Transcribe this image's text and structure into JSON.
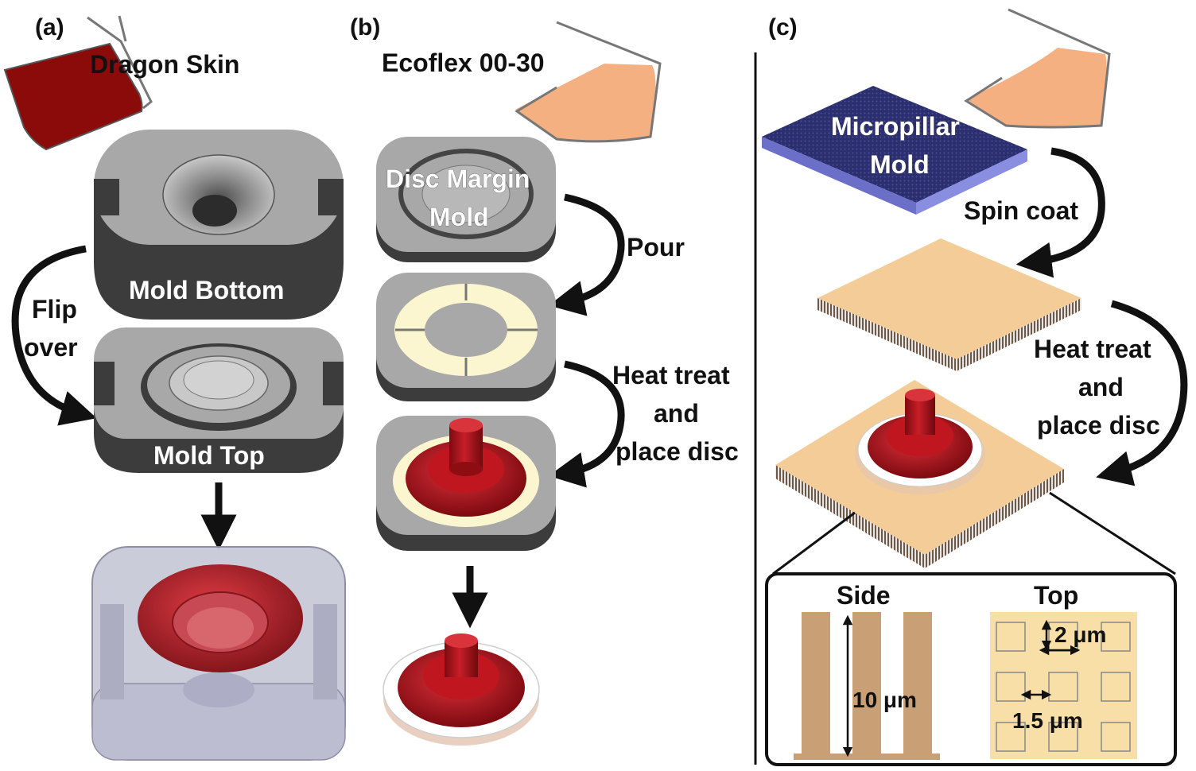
{
  "panels": {
    "a": {
      "letter": "(a)",
      "material": "Dragon Skin",
      "mold_bottom": "Mold Bottom",
      "flip_line1": "Flip",
      "flip_line2": "over",
      "mold_top": "Mold Top"
    },
    "b": {
      "letter": "(b)",
      "material": "Ecoflex 00-30",
      "disc_margin_line1": "Disc Margin",
      "disc_margin_line2": "Mold",
      "pour": "Pour",
      "heat_line1": "Heat treat",
      "heat_line2": "and",
      "heat_line3": "place disc"
    },
    "c": {
      "letter": "(c)",
      "micropillar_line1": "Micropillar",
      "micropillar_line2": "Mold",
      "spin_coat": "Spin coat",
      "heat_line1": "Heat treat",
      "heat_line2": "and",
      "heat_line3": "place disc",
      "inset": {
        "side": "Side",
        "top": "Top",
        "height": "10 μm",
        "width": "2 μm",
        "gap": "1.5 μm"
      }
    }
  },
  "colors": {
    "dragon_skin": "#8b0a0a",
    "ecoflex": "#f5b082",
    "mold_gray": "#a8a8a8",
    "mold_dark": "#3c3c3c",
    "disc_red": "#b3111a",
    "margin_cream": "#fbf6cf",
    "pdms_tan": "#f3cc97",
    "micropillar_blue": "#2c2f6e",
    "pillar_brown": "#c99f75"
  }
}
